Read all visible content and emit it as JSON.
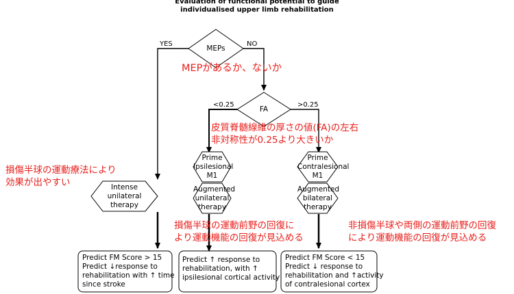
{
  "title": {
    "line1": "Evaluation of functional potential to guide",
    "line2": "individualised upper limb rehabilitation"
  },
  "nodes": {
    "meps": "MEPs",
    "fa": "FA",
    "prime_ipsi": {
      "line1": "Prime",
      "line2": "Ipsilesional",
      "line3": "M1"
    },
    "aug_uni": {
      "line1": "Augmented",
      "line2": "unilateral",
      "line3": "therapy"
    },
    "prime_contra": {
      "line1": "Prime",
      "line2": "Contralesional",
      "line3": "M1"
    },
    "aug_bi": {
      "line1": "Augmented",
      "line2": "bilateral",
      "line3": "therapy"
    },
    "intense": {
      "line1": "Intense",
      "line2": "unilateral",
      "line3": "therapy"
    }
  },
  "edge_labels": {
    "yes": "YES",
    "no": "NO",
    "lt": "<0.25",
    "gt": ">0.25"
  },
  "outcomes": {
    "left": [
      "Predict FM Score > 15",
      "Predict ↓response to",
      "rehabilitation with ↑ time",
      "since stroke"
    ],
    "middle": [
      "Predict ↑ response to",
      "rehabilitation, with ↑",
      "ipsilesional cortical activity"
    ],
    "right": [
      "Predict FM Score < 15",
      "Predict ↓ response to",
      "rehabilitation and ↑activity",
      "of contralesional cortex"
    ]
  },
  "annotations": {
    "mep": "MEPがあるか、ないか",
    "fa_line1": "皮質脊髄線維の厚さの値(FA)の左右",
    "fa_line2": "非対称性が0.25より大きいか",
    "left_line1": "損傷半球の運動療法により",
    "left_line2": "効果が出やすい",
    "mid_line1": "損傷半球の運動前野の回復に",
    "mid_line2": "より運動機能の回復が見込める",
    "right_line1": "非損傷半球や両側の運動前野の回復",
    "right_line2": "により運動機能の回復が見込める"
  },
  "colors": {
    "annotation": "#e8201c",
    "line": "#000000"
  }
}
